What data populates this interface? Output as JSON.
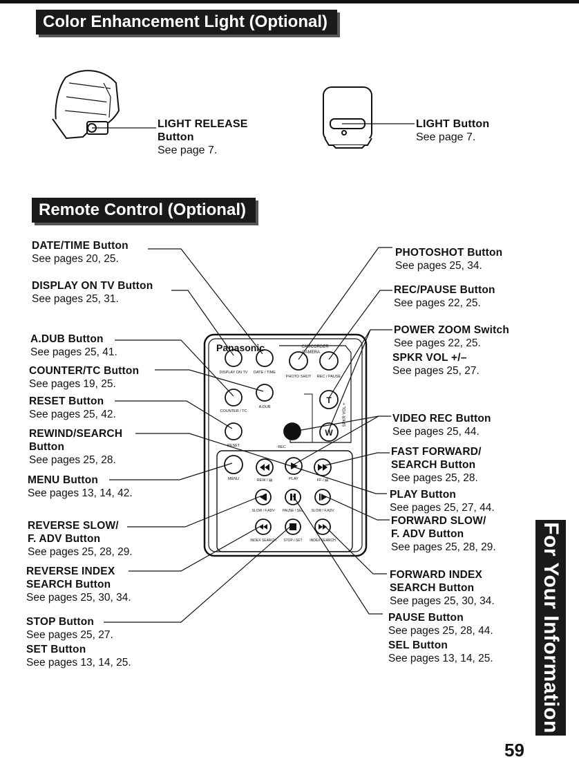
{
  "page_number": "59",
  "side_tab": "For Your Information",
  "light_section": {
    "title": "Color Enhancement Light (Optional)",
    "release": {
      "title": "LIGHT RELEASE",
      "title2": "Button",
      "ref": "See page 7."
    },
    "light": {
      "title": "LIGHT Button",
      "ref": "See page 7."
    }
  },
  "remote_section": {
    "title": "Remote Control (Optional)",
    "left": [
      {
        "lines": [
          "DATE/TIME Button"
        ],
        "refs": [
          "See pages 20, 25."
        ]
      },
      {
        "lines": [
          "DISPLAY ON TV Button"
        ],
        "refs": [
          "See pages 25, 31."
        ]
      },
      {
        "lines": [
          "A.DUB Button"
        ],
        "refs": [
          "See pages 25, 41."
        ]
      },
      {
        "lines": [
          "COUNTER/TC Button"
        ],
        "refs": [
          "See pages 19, 25."
        ]
      },
      {
        "lines": [
          "RESET Button"
        ],
        "refs": [
          "See pages 25, 42."
        ]
      },
      {
        "lines": [
          "REWIND/SEARCH",
          "Button"
        ],
        "refs": [
          "See pages 25, 28."
        ]
      },
      {
        "lines": [
          "MENU Button"
        ],
        "refs": [
          "See pages 13, 14, 42."
        ]
      },
      {
        "lines": [
          "REVERSE SLOW/",
          "F. ADV Button"
        ],
        "refs": [
          "See pages 25, 28, 29."
        ]
      },
      {
        "lines": [
          "REVERSE INDEX",
          "SEARCH Button"
        ],
        "refs": [
          "See pages 25, 30, 34."
        ]
      },
      {
        "lines": [
          "STOP Button"
        ],
        "refs": [
          "See pages 25, 27."
        ]
      },
      {
        "lines": [
          "SET Button"
        ],
        "refs": [
          "See pages 13, 14, 25."
        ]
      }
    ],
    "right": [
      {
        "lines": [
          "PHOTOSHOT Button"
        ],
        "refs": [
          "See pages 25, 34."
        ]
      },
      {
        "lines": [
          "REC/PAUSE Button"
        ],
        "refs": [
          "See pages 22, 25."
        ]
      },
      {
        "lines": [
          "POWER ZOOM Switch"
        ],
        "refs": [
          "See pages 22, 25."
        ]
      },
      {
        "lines": [
          "SPKR VOL +/–"
        ],
        "refs": [
          "See pages 25, 27."
        ]
      },
      {
        "lines": [
          "VIDEO REC Button"
        ],
        "refs": [
          "See pages 25, 44."
        ]
      },
      {
        "lines": [
          "FAST FORWARD/",
          "SEARCH Button"
        ],
        "refs": [
          "See pages 25, 28."
        ]
      },
      {
        "lines": [
          "PLAY Button"
        ],
        "refs": [
          "See pages 25, 27, 44."
        ]
      },
      {
        "lines": [
          "FORWARD SLOW/",
          "F. ADV Button"
        ],
        "refs": [
          "See pages 25, 28, 29."
        ]
      },
      {
        "lines": [
          "FORWARD INDEX",
          "SEARCH Button"
        ],
        "refs": [
          "See pages 25, 30, 34."
        ]
      },
      {
        "lines": [
          "PAUSE Button"
        ],
        "refs": [
          "See pages 25, 28, 44."
        ]
      },
      {
        "lines": [
          "SEL Button"
        ],
        "refs": [
          "See pages 13, 14, 25."
        ]
      }
    ],
    "remote": {
      "brand": "Panasonic",
      "mode_label": "CAMCORDER",
      "mode_label2": "CAMERA",
      "btn_display": "DISPLAY ON TV",
      "btn_datetime": "DATE / TIME",
      "btn_photo": "PHOTO SHOT",
      "btn_recpause": "REC / PAUSE",
      "btn_counter": "COUNTER / TC",
      "btn_adub": "A.DUB",
      "btn_reset": "RESET",
      "btn_rec": "REC",
      "btn_menu": "MENU",
      "btn_rew": "REW / ▤",
      "btn_play": "PLAY",
      "btn_ff": "FF / ▤",
      "btn_slowl": "SLOW / F.ADV",
      "btn_pause": "PAUSE / SEL",
      "btn_slowr": "SLOW / F.ADV",
      "btn_idxl": "INDEX SEARCH",
      "btn_stop": "STOP / SET",
      "btn_idxr": "INDEX SEARCH",
      "spkr": "SPKR VOL +",
      "t": "T",
      "w": "W"
    }
  }
}
